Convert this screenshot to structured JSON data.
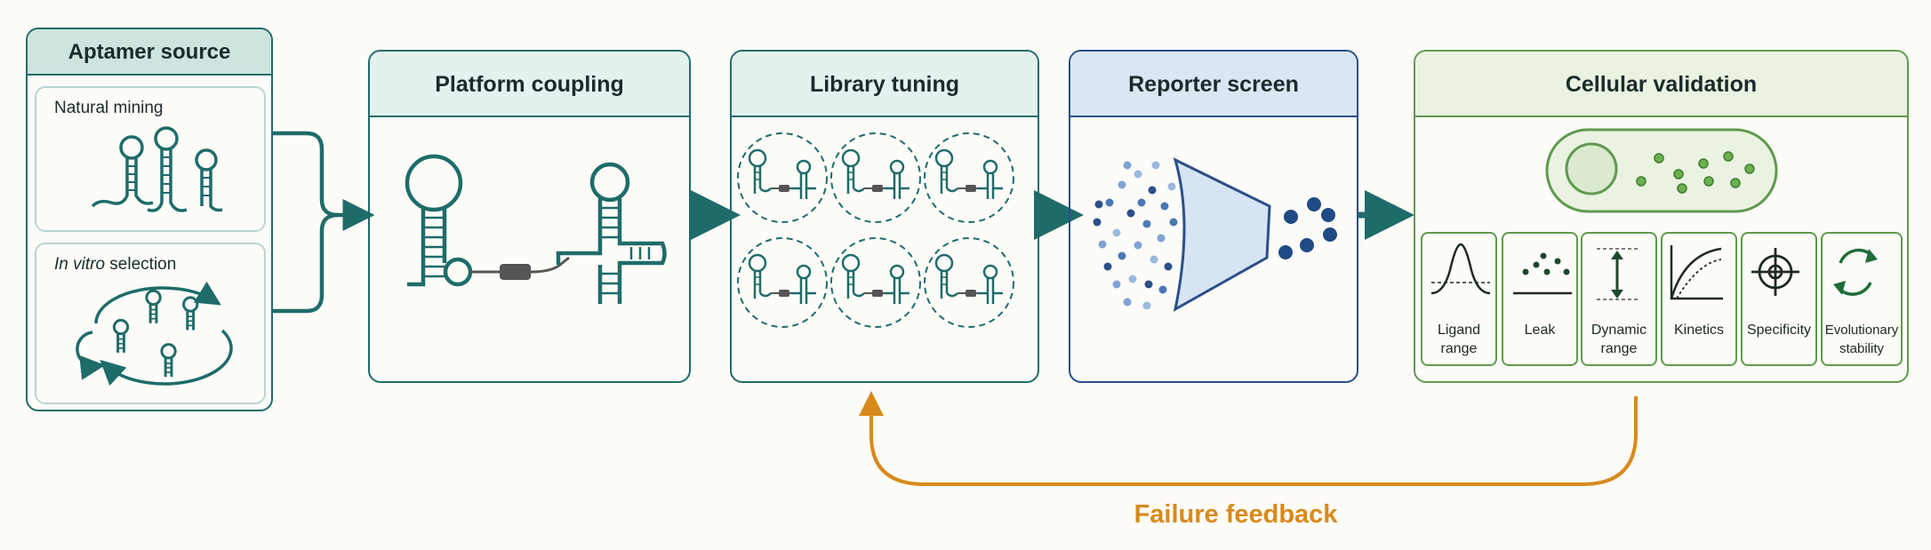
{
  "stages": {
    "aptamer_source": {
      "title": "Aptamer source",
      "natural_mining": "Natural mining",
      "in_vitro_italic": "In vitro",
      "in_vitro_rest": " selection"
    },
    "platform_coupling": {
      "title": "Platform coupling"
    },
    "library_tuning": {
      "title": "Library tuning"
    },
    "reporter_screen": {
      "title": "Reporter screen"
    },
    "cellular_validation": {
      "title": "Cellular validation",
      "metrics": [
        {
          "line1": "Ligand",
          "line2": "range",
          "icon": "bell-curve-icon"
        },
        {
          "line1": "Leak",
          "line2": "",
          "icon": "scatter-dots-icon"
        },
        {
          "line1": "Dynamic",
          "line2": "range",
          "icon": "double-arrow-icon"
        },
        {
          "line1": "Kinetics",
          "line2": "",
          "icon": "saturation-curve-icon"
        },
        {
          "line1": "Specificity",
          "line2": "",
          "icon": "target-icon"
        },
        {
          "line1": "Evolutionary",
          "line2": "stability",
          "icon": "cycle-icon"
        }
      ]
    }
  },
  "feedback": {
    "label": "Failure feedback"
  },
  "colors": {
    "teal": "#1e6c6a",
    "blue_border": "#2a4f8a",
    "green_border": "#5f9a4e",
    "feedback_orange": "#d98a1a"
  }
}
